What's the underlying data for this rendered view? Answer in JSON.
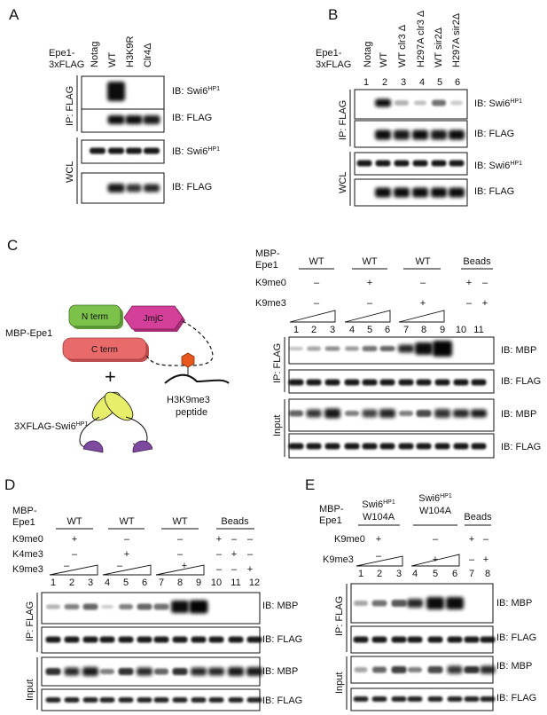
{
  "panelA": {
    "letter": "A",
    "sample_label_1": "Epe1-",
    "sample_label_2": "3xFLAG",
    "lanes": [
      "Notag",
      "WT",
      "H3K9R",
      "Clr4Δ"
    ],
    "section_ip": "IP: FLAG",
    "section_wcl": "WCL",
    "blot_labels": [
      "IB: Swi6HP1",
      "IB: FLAG",
      "IB: Swi6HP1",
      "IB: FLAG"
    ],
    "blot_labels_base": [
      "IB: Swi6",
      "IB: FLAG",
      "IB: Swi6",
      "IB: FLAG"
    ],
    "blot_labels_sup": [
      "HP1",
      "",
      "HP1",
      ""
    ]
  },
  "panelB": {
    "letter": "B",
    "sample_label_1": "Epe1-",
    "sample_label_2": "3xFLAG",
    "lanes": [
      "Notag",
      "WT",
      "WT clr3 Δ",
      "H297A clr3 Δ",
      "WT sir2Δ",
      "H297A sir2Δ"
    ],
    "lane_numbers": [
      "1",
      "2",
      "3",
      "4",
      "5",
      "6"
    ],
    "section_ip": "IP: FLAG",
    "section_wcl": "WCL",
    "blot_labels_base": [
      "IB: Swi6",
      "IB: FLAG",
      "IB: Swi6",
      "IB: FLAG"
    ],
    "blot_labels_sup": [
      "HP1",
      "",
      "HP1",
      ""
    ]
  },
  "panelC": {
    "letter": "C",
    "diagram": {
      "construct_label": "MBP-Epe1",
      "n_term": "N term",
      "jmjc": "JmjC",
      "c_term": "C term",
      "plus": "+",
      "swi6_base": "3XFLAG-Swi6",
      "swi6_sup": "HP1",
      "peptide_1": "H3K9me3",
      "peptide_2": "peptide"
    },
    "header_1": "MBP-",
    "header_2": "Epe1",
    "groups": [
      "WT",
      "WT",
      "WT",
      "Beads"
    ],
    "row1_label": "K9me0",
    "row1_marks": [
      "–",
      "+",
      "–",
      "+",
      "–"
    ],
    "row2_label": "K9me3",
    "row2_marks": [
      "–",
      "–",
      "+",
      "–",
      "+"
    ],
    "lane_numbers": [
      "1",
      "2",
      "3",
      "4",
      "5",
      "6",
      "7",
      "8",
      "9",
      "10",
      "11"
    ],
    "section_ip": "IP: FLAG",
    "section_input": "Input",
    "blot_labels": [
      "IB: MBP",
      "IB: FLAG",
      "IB: MBP",
      "IB: FLAG"
    ]
  },
  "panelD": {
    "letter": "D",
    "header_1": "MBP-",
    "header_2": "Epe1",
    "groups": [
      "WT",
      "WT",
      "WT",
      "Beads"
    ],
    "row1_label": "K9me0",
    "row1_marks": [
      "+",
      "–",
      "–",
      "+",
      "–",
      "–"
    ],
    "row2_label": "K4me3",
    "row2_marks": [
      "–",
      "+",
      "–",
      "–",
      "+",
      "–"
    ],
    "row3_label": "K9me3",
    "row3_marks": [
      "–",
      "–",
      "+",
      "–",
      "–",
      "+"
    ],
    "lane_numbers": [
      "1",
      "2",
      "3",
      "4",
      "5",
      "6",
      "7",
      "8",
      "9",
      "10",
      "11",
      "12"
    ],
    "section_ip": "IP: FLAG",
    "section_input": "Input",
    "blot_labels": [
      "IB: MBP",
      "IB: FLAG",
      "IB: MBP",
      "IB: FLAG"
    ]
  },
  "panelE": {
    "letter": "E",
    "header_1": "MBP-",
    "header_2": "Epe1",
    "group1_base": "Swi6",
    "group1_sup": "HP1",
    "group1_line2": "W104A",
    "group2_base": "Swi6",
    "group2_sup": "HP1",
    "group2_line2": "W104A",
    "group3": "Beads",
    "row1_label": "K9me0",
    "row1_marks": [
      "+",
      "–",
      "+",
      "–"
    ],
    "row2_label": "K9me3",
    "row2_marks": [
      "–",
      "+",
      "–",
      "+"
    ],
    "lane_numbers": [
      "1",
      "2",
      "3",
      "4",
      "5",
      "6",
      "7",
      "8"
    ],
    "section_ip": "IP: FLAG",
    "section_input": "Input",
    "blot_labels": [
      "IB: MBP",
      "IB: FLAG",
      "IB: MBP",
      "IB: FLAG"
    ]
  },
  "colors": {
    "n_term": "#7cc24a",
    "jmjc": "#d43f9a",
    "c_term": "#e96a6a",
    "swi6_head": "#e7ef6a",
    "swi6_cd": "#7d4aa0",
    "peptide_mark": "#e8571e"
  }
}
